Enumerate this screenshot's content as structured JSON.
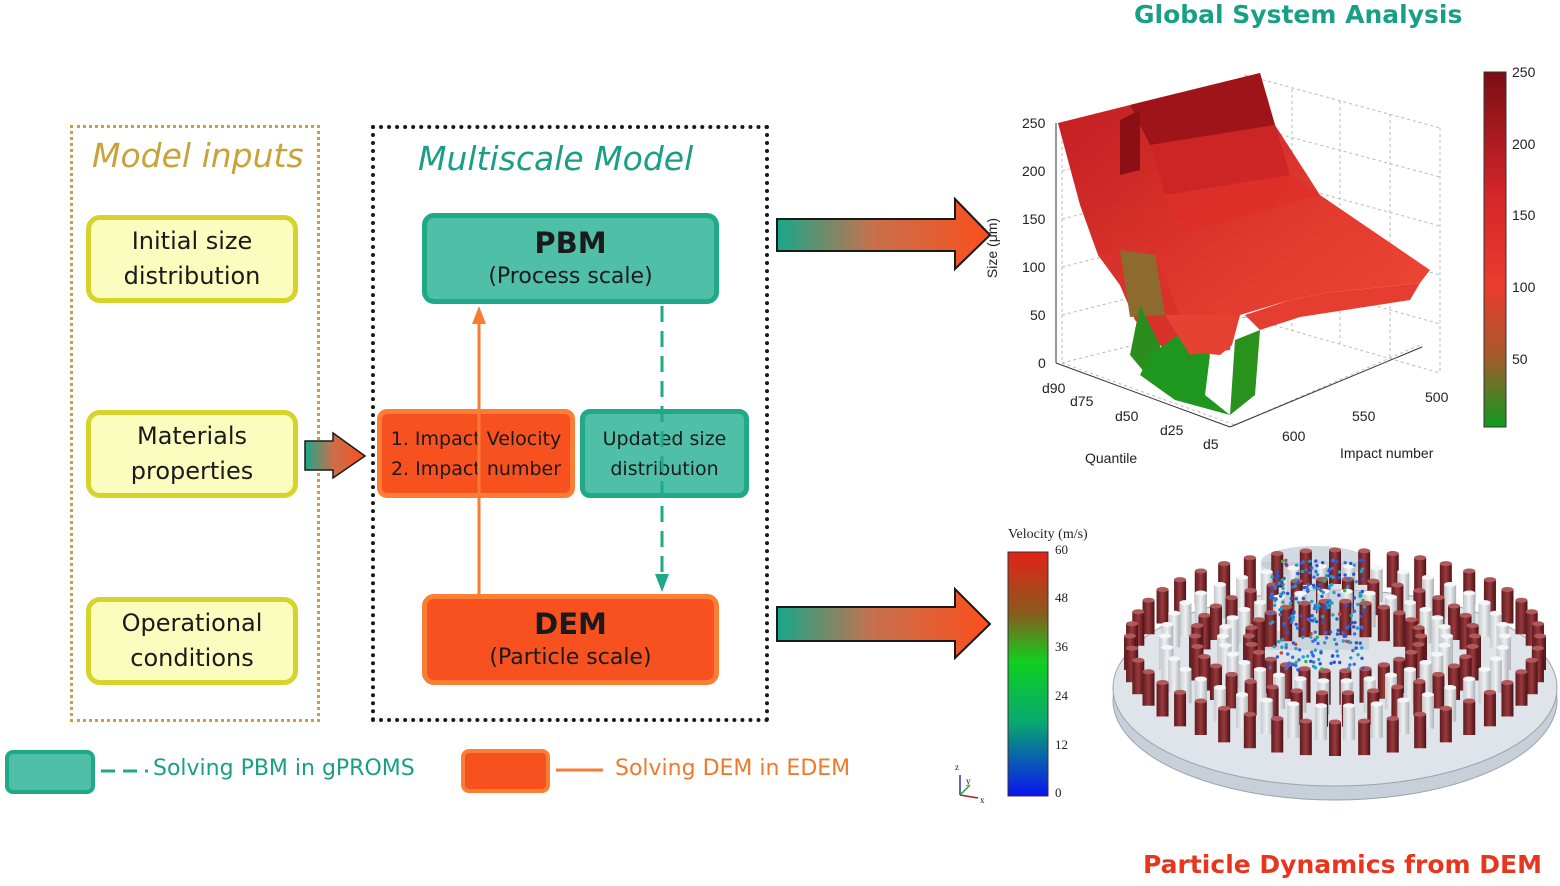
{
  "model_inputs": {
    "title": "Model inputs",
    "items": [
      "Initial size\ndistribution",
      "Materials\nproperties",
      "Operational\nconditions"
    ]
  },
  "multiscale": {
    "title": "Multiscale Model",
    "pbm": {
      "title": "PBM",
      "subtitle": "(Process scale)"
    },
    "dem": {
      "title": "DEM",
      "subtitle": "(Particle scale)"
    },
    "impact": {
      "line1": "1. Impact Velocity",
      "line2": "2. Impact number"
    },
    "updated": {
      "line1": "Updated size",
      "line2": "distribution"
    }
  },
  "legend": {
    "pbm_label": "Solving PBM in gPROMS",
    "dem_label": "Solving DEM in EDEM"
  },
  "global_analysis": {
    "title": "Global System Analysis",
    "y_label": "Size (μm)",
    "y_ticks": [
      "250",
      "200",
      "150",
      "100",
      "50",
      "0"
    ],
    "quantile_label": "Quantile",
    "quantile_ticks": [
      "d90",
      "d75",
      "d50",
      "d25",
      "d5"
    ],
    "impact_label": "Impact number",
    "impact_ticks": [
      "600",
      "550",
      "500"
    ],
    "colorbar_ticks": [
      "250",
      "200",
      "150",
      "100",
      "50"
    ]
  },
  "particle_dynamics": {
    "title": "Particle Dynamics from DEM",
    "colorbar_title": "Velocity (m/s)",
    "colorbar_ticks": [
      "60",
      "48",
      "36",
      "24",
      "12",
      "0"
    ],
    "axis_labels": [
      "z",
      "y",
      "x"
    ]
  },
  "colors": {
    "teal": "#4fbfa7",
    "orange": "#f7511f",
    "yellow_fill": "#fbfdbf",
    "yellow_border": "#d6d42a",
    "title_green": "#1a9f86",
    "title_red": "#e8361e",
    "inputs_gold": "#c9a23a"
  }
}
